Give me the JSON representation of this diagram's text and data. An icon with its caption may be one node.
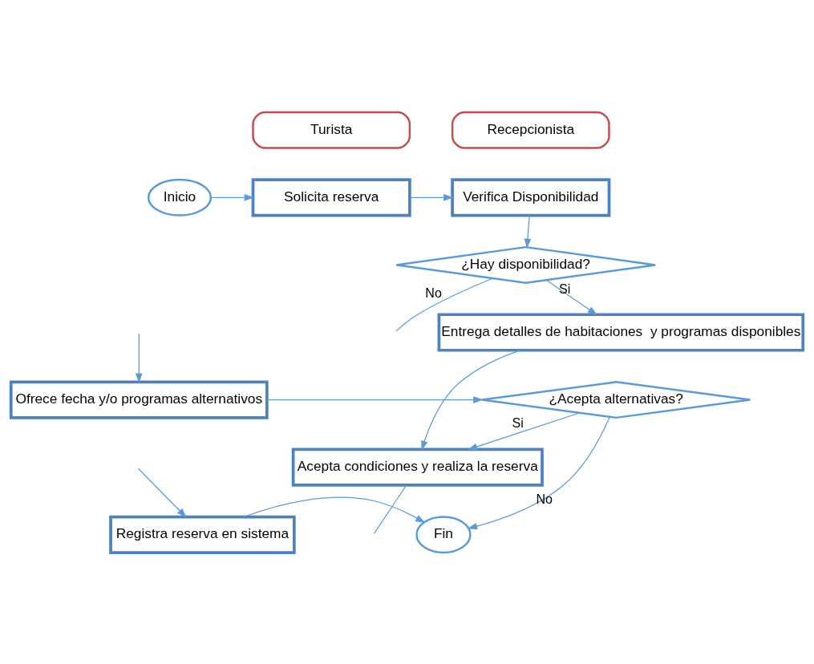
{
  "diagram": {
    "nodes": [
      {
        "text": [
          "Turista"
        ]
      },
      {
        "text": [
          "Recepcionista"
        ]
      },
      {
        "text": [
          "Inicio"
        ]
      },
      {
        "text": [
          "Solicita reserva"
        ]
      },
      {
        "text": [
          "Verifica Disponibilidad"
        ]
      },
      {
        "text": [
          "¿Hay disponibilidad?"
        ]
      },
      {
        "text": [
          "Entrega detalles de habitaciones  y programas disponibles"
        ]
      },
      {
        "text": [
          "Acepta condiciones y realiza la reserva"
        ]
      },
      {
        "text": [
          "¿Acepta alternativas?"
        ]
      },
      {
        "text": [
          "Ofrece fecha y/o programas alternativos"
        ]
      },
      {
        "text": [
          "Registra reserva en sistema"
        ]
      },
      {
        "text": [
          "Fin"
        ]
      }
    ],
    "edges": [
      {
        "from": 2,
        "to": 3,
        "arrow": "to"
      },
      {
        "from": 3,
        "to": 4,
        "arrow": "to"
      },
      {
        "from": 4,
        "to": 5,
        "arrow": "to"
      },
      {
        "from": 5,
        "to": null,
        "arrow": "none",
        "label": "No"
      },
      {
        "from": 5,
        "to": 6,
        "arrow": "to",
        "label": "Si"
      },
      {
        "from": 6,
        "to": 7,
        "arrow": "to"
      },
      {
        "from": null,
        "to": 9,
        "arrow": "to"
      },
      {
        "from": 9,
        "to": 8,
        "arrow": "to"
      },
      {
        "from": 8,
        "to": 7,
        "arrow": "to",
        "label": "Si"
      },
      {
        "from": 8,
        "to": 11,
        "arrow": "to",
        "label": "No"
      },
      {
        "from": 10,
        "to": 11,
        "arrow": "to"
      },
      {
        "from": 7,
        "to": null,
        "arrow": "none"
      },
      {
        "from": null,
        "to": 10,
        "arrow": "to"
      }
    ]
  }
}
